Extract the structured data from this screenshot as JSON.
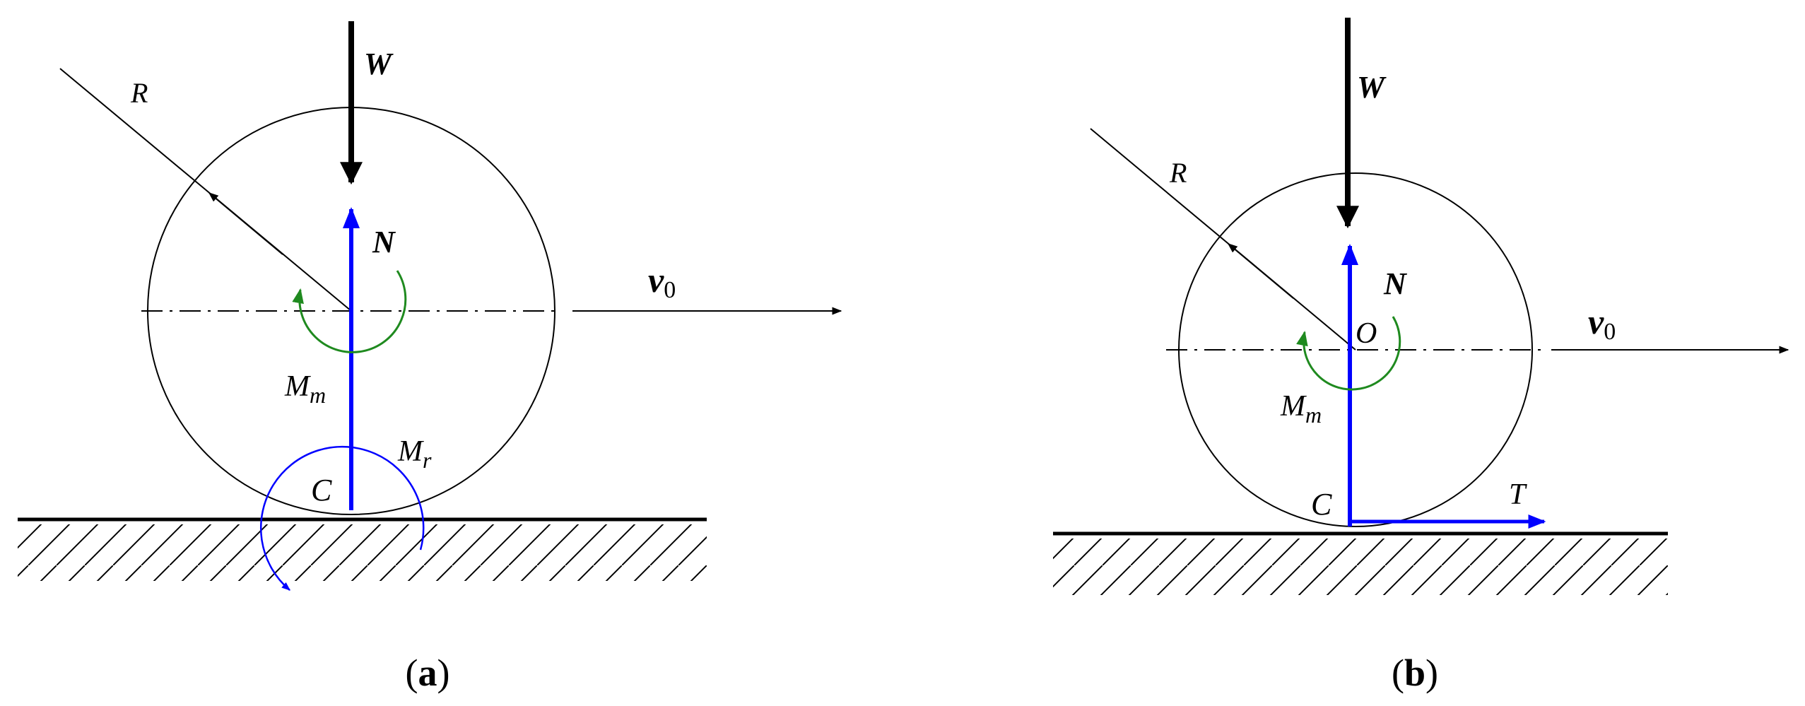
{
  "panels": [
    {
      "id": "a",
      "caption": {
        "open": "(",
        "letter": "a",
        "close": ")"
      },
      "labels": {
        "radius": "R",
        "weight": "W",
        "normal": "N",
        "velocity": {
          "main": "v",
          "sub": "0"
        },
        "motor_moment": {
          "main": "M",
          "sub": "m"
        },
        "rolling_moment": {
          "main": "M",
          "sub": "r"
        },
        "contact": "C"
      }
    },
    {
      "id": "b",
      "caption": {
        "open": "(",
        "letter": "b",
        "close": ")"
      },
      "labels": {
        "radius": "R",
        "weight": "W",
        "normal": "N",
        "center": "O",
        "velocity": {
          "main": "v",
          "sub": "0"
        },
        "motor_moment": {
          "main": "M",
          "sub": "m"
        },
        "contact": "C",
        "traction": "T"
      }
    }
  ],
  "colors": {
    "ink": "#000000",
    "force_blue": "#0000ff",
    "moment_green": "#1f8a1f"
  }
}
